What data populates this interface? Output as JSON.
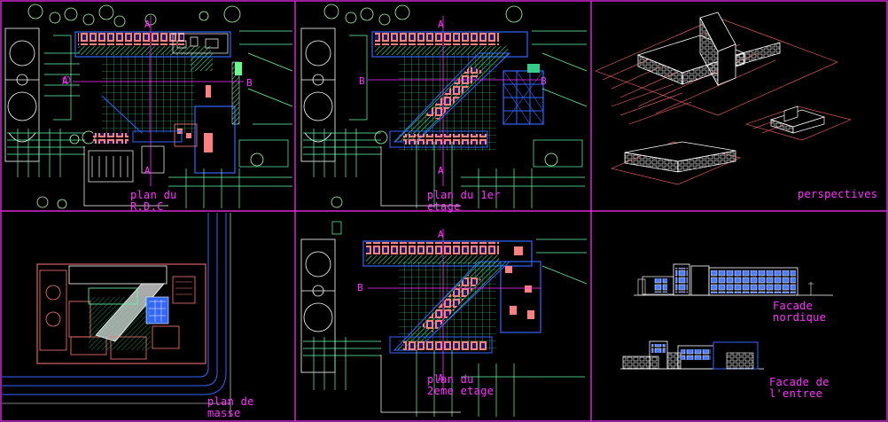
{
  "panels": {
    "rdc": {
      "label_line1": "plan du",
      "label_line2": "R.D.C"
    },
    "etage1": {
      "label_line1": "plan du 1er",
      "label_line2": "etage"
    },
    "perspectives": {
      "label": "perspectives"
    },
    "masse": {
      "label_line1": "plan de",
      "label_line2": "masse"
    },
    "etage2": {
      "label_line1": "plan du",
      "label_line2": "2eme etage"
    },
    "facade_nord": {
      "label_line1": "Facade",
      "label_line2": "nordique"
    },
    "facade_entree": {
      "label_line1": "Facade de",
      "label_line2": "l'entree"
    }
  },
  "section_markers": {
    "a": "A",
    "b": "B"
  },
  "colors": {
    "background": "#000000",
    "frame": "#ff33ff",
    "label": "#ff33ff",
    "grid": "#66ffaa",
    "walls": "#3366ff",
    "rooms": "#ff7777",
    "hatch": "#33cc88",
    "trees": "#88ff88",
    "white": "#ffffff"
  }
}
